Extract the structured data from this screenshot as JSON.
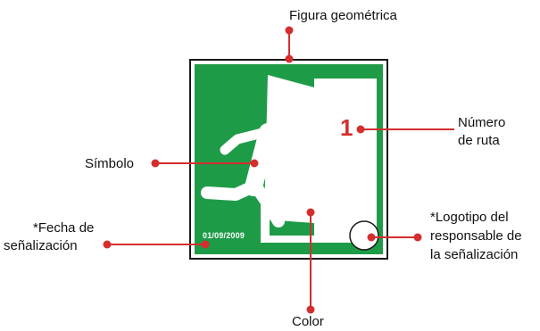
{
  "callouts": {
    "figura": "Figura geométrica",
    "numero_line1": "Número",
    "numero_line2": "de ruta",
    "simbolo": "Símbolo",
    "fecha_line1": "*Fecha de",
    "fecha_line2": "señalización",
    "logotipo_line1": "*Logotipo del",
    "logotipo_line2": "responsable de",
    "logotipo_line3": "la señalización",
    "color": "Color"
  },
  "sign": {
    "route_number": "1",
    "date": "01/09/2009",
    "symbol_icon": "running-man-exit-icon",
    "logo_icon": "logo-circle-icon"
  },
  "colors": {
    "sign_green": "#1e9b47",
    "leader_red": "#d42e2f",
    "frame": "#1a1a1a"
  }
}
